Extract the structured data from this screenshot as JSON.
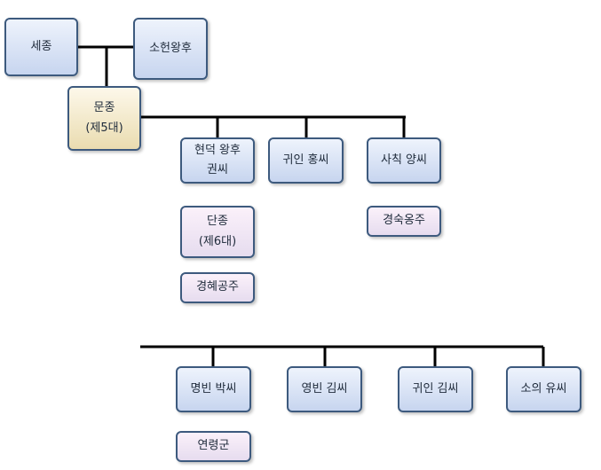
{
  "nodes": {
    "sejong": "세종",
    "sohun": "소헌왕후",
    "munjong": {
      "name": "문종",
      "reign": "(제5대)"
    },
    "hyeondeok": {
      "line1": "현덕 왕후",
      "line2": "권씨"
    },
    "gwiin_hong": "귀인 홍씨",
    "sachik_yang": "사칙 양씨",
    "danjong": {
      "name": "단종",
      "reign": "(제6대)"
    },
    "gyeongsuk": "경숙옹주",
    "gyeonghye": "경혜공주",
    "myeongbin_park": "명빈 박씨",
    "yeongbin_kim": "영빈 김씨",
    "gwiin_kim": "귀인 김씨",
    "soui_yu": "소의 유씨",
    "yeongyeong": "연령군"
  },
  "colors": {
    "line": "#000000",
    "border": "#3d5a7e",
    "blue_fill": "#c7d5ef",
    "gold_fill": "#eadcb0",
    "pink_fill": "#e6dcef"
  }
}
